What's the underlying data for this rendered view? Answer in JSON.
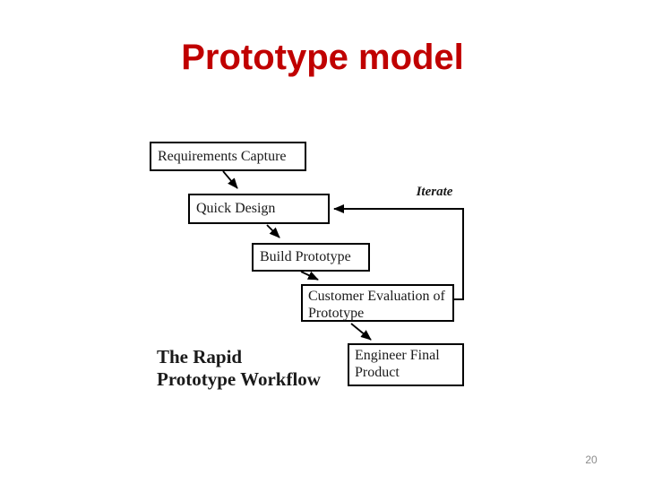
{
  "slide": {
    "title": "Prototype model",
    "title_color": "#c00000",
    "page_number": "20"
  },
  "diagram": {
    "type": "flowchart",
    "iterate_label": "Iterate",
    "caption_lines": [
      "The Rapid",
      "Prototype Workflow"
    ],
    "boxes": [
      {
        "label": "Requirements Capture"
      },
      {
        "label": "Quick Design"
      },
      {
        "label": "Build Prototype"
      },
      {
        "label": "Customer Evaluation of Prototype"
      },
      {
        "label": "Engineer Final Product"
      }
    ],
    "flow": [
      "Requirements Capture -> Quick Design",
      "Quick Design -> Build Prototype",
      "Build Prototype -> Customer Evaluation of Prototype",
      "Customer Evaluation of Prototype -> Engineer Final Product",
      "Customer Evaluation of Prototype -> Quick Design (Iterate)"
    ],
    "line_color": "#000000"
  }
}
